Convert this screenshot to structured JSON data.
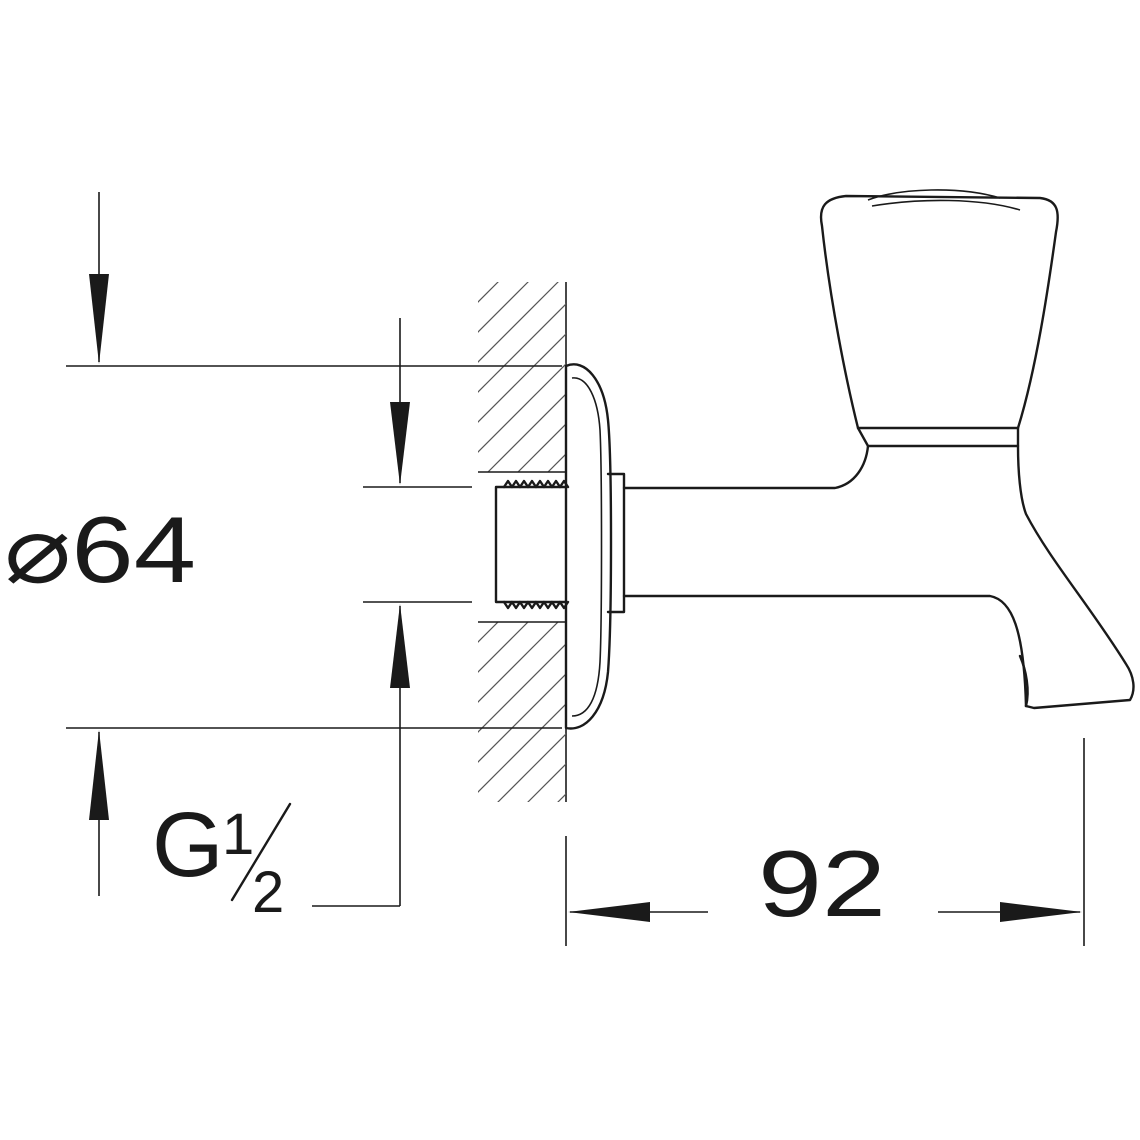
{
  "diagram": {
    "dimensions": {
      "flange_diameter": "⌀64",
      "thread_g": "G",
      "thread_num": "1",
      "thread_den": "2",
      "projection": "92"
    },
    "colors": {
      "line": "#1a1a1a",
      "hatch": "#555555",
      "background": "#ffffff"
    }
  }
}
